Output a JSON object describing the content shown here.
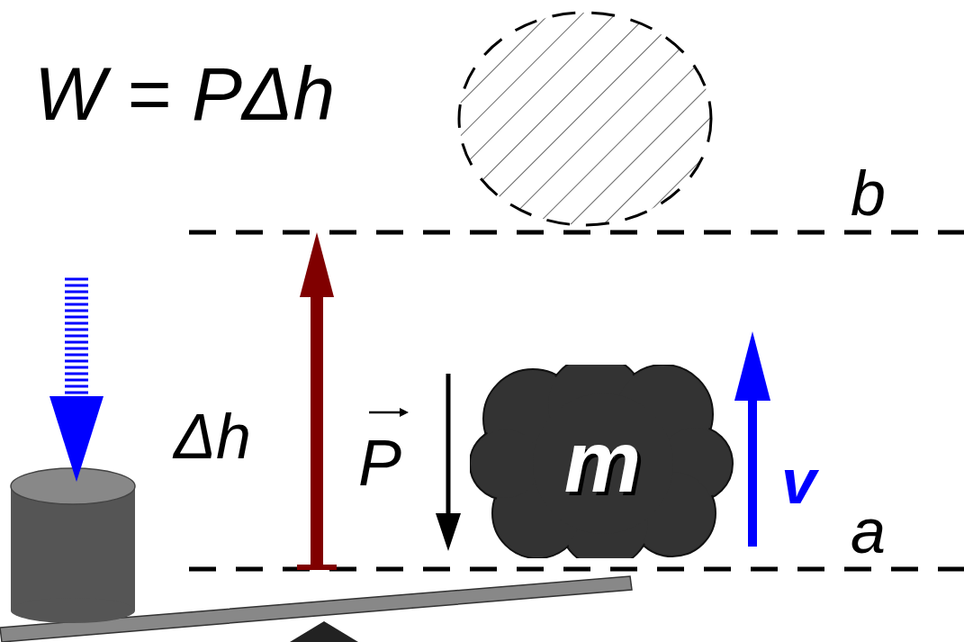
{
  "diagram": {
    "nodes": [
      {
        "text": [
          "m"
        ]
      }
    ],
    "labels": [
      "W = PΔh",
      "b",
      "Δh",
      "P",
      "v",
      "a"
    ]
  }
}
